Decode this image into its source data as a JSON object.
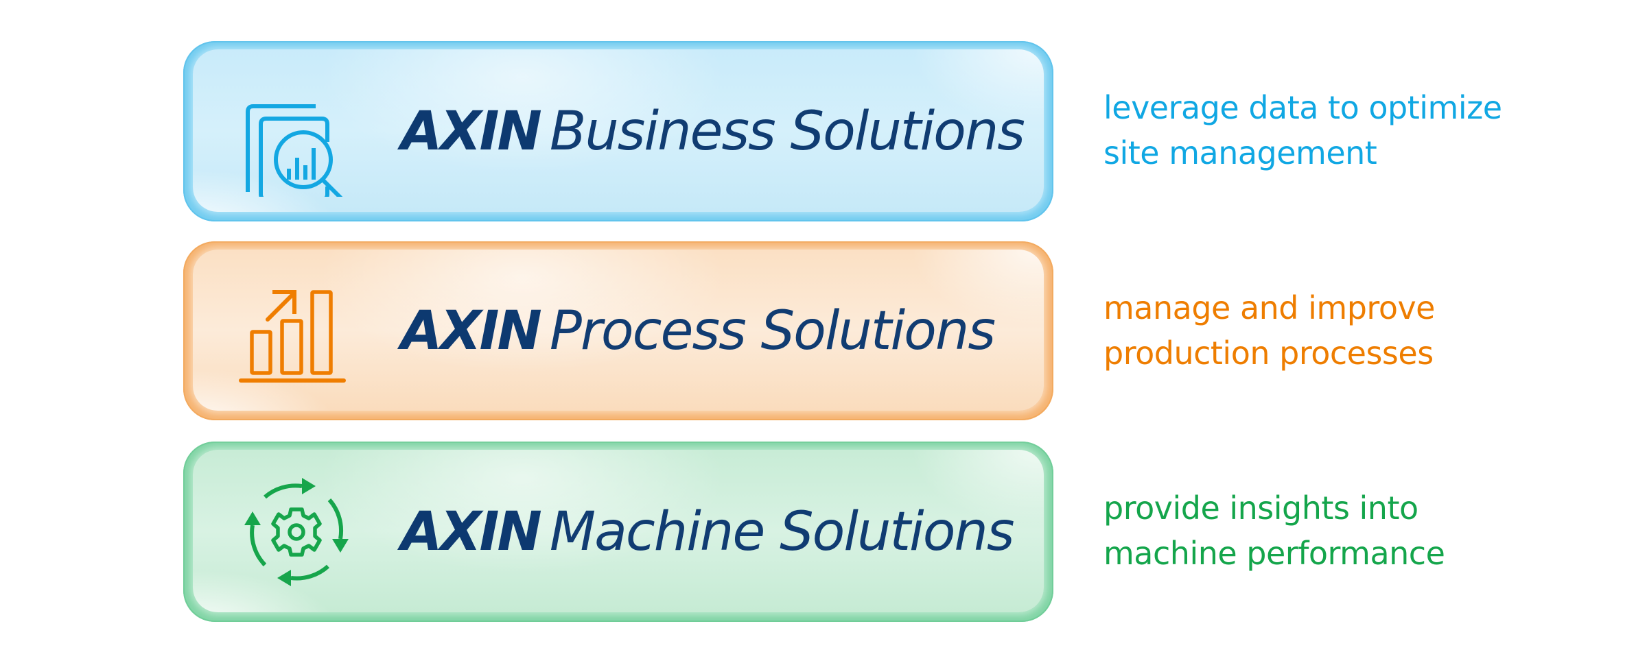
{
  "colors": {
    "title_navy": "#0d3970",
    "business_accent": "#10a7e3",
    "process_accent": "#ee7d00",
    "machine_accent": "#14a54b"
  },
  "solutions": [
    {
      "brand": "AXIN",
      "product": "Business Solutions",
      "icon": "document-magnifier-chart-icon",
      "theme": "blue",
      "description": [
        "leverage data to optimize",
        "site management"
      ]
    },
    {
      "brand": "AXIN",
      "product": "Process Solutions",
      "icon": "bar-chart-growth-arrow-icon",
      "theme": "orange",
      "description": [
        "manage and improve",
        "production processes"
      ]
    },
    {
      "brand": "AXIN",
      "product": "Machine Solutions",
      "icon": "gear-cycle-arrows-icon",
      "theme": "green",
      "description": [
        "provide insights into",
        "machine performance"
      ]
    }
  ]
}
